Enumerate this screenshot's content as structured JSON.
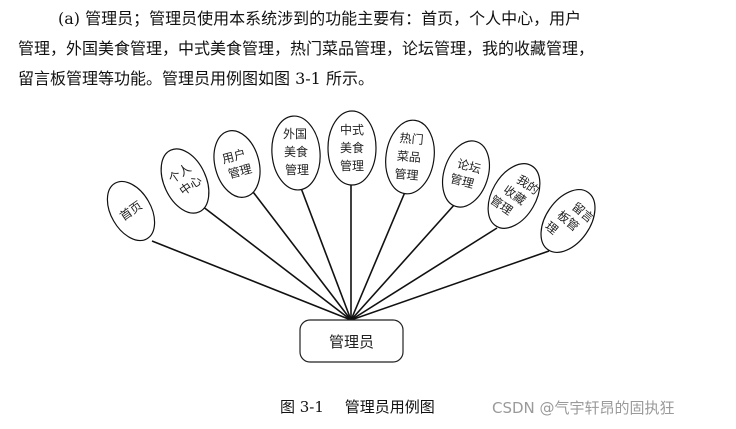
{
  "paragraph": {
    "line1": "(a) 管理员；管理员使用本系统涉到的功能主要有：首页，个人中心，用户",
    "line2": "管理，外国美食管理，中式美食管理，热门菜品管理，论坛管理，我的收藏管理，",
    "line3": "留言板管理等功能。管理员用例图如图 3-1 所示。"
  },
  "diagram": {
    "actor": "管理员",
    "use_cases": [
      {
        "label": "首页",
        "lines": [
          "首页"
        ]
      },
      {
        "label": "个人中心",
        "lines": [
          "个人",
          "中心"
        ]
      },
      {
        "label": "用户管理",
        "lines": [
          "用户",
          "管理"
        ]
      },
      {
        "label": "外国美食管理",
        "lines": [
          "外国",
          "美食",
          "管理"
        ]
      },
      {
        "label": "中式美食管理",
        "lines": [
          "中式",
          "美食",
          "管理"
        ]
      },
      {
        "label": "热门菜品管理",
        "lines": [
          "热门",
          "菜品",
          "管理"
        ]
      },
      {
        "label": "论坛管理",
        "lines": [
          "论坛",
          "管理"
        ]
      },
      {
        "label": "我的收藏管理",
        "lines": [
          "我的",
          "收藏",
          "管理"
        ]
      },
      {
        "label": "留言板管理",
        "lines": [
          "留言",
          "板管",
          "理"
        ]
      }
    ]
  },
  "caption": {
    "number": "图 3-1",
    "title": "管理员用例图"
  },
  "watermark": "CSDN @气宇轩昂的固执狂"
}
